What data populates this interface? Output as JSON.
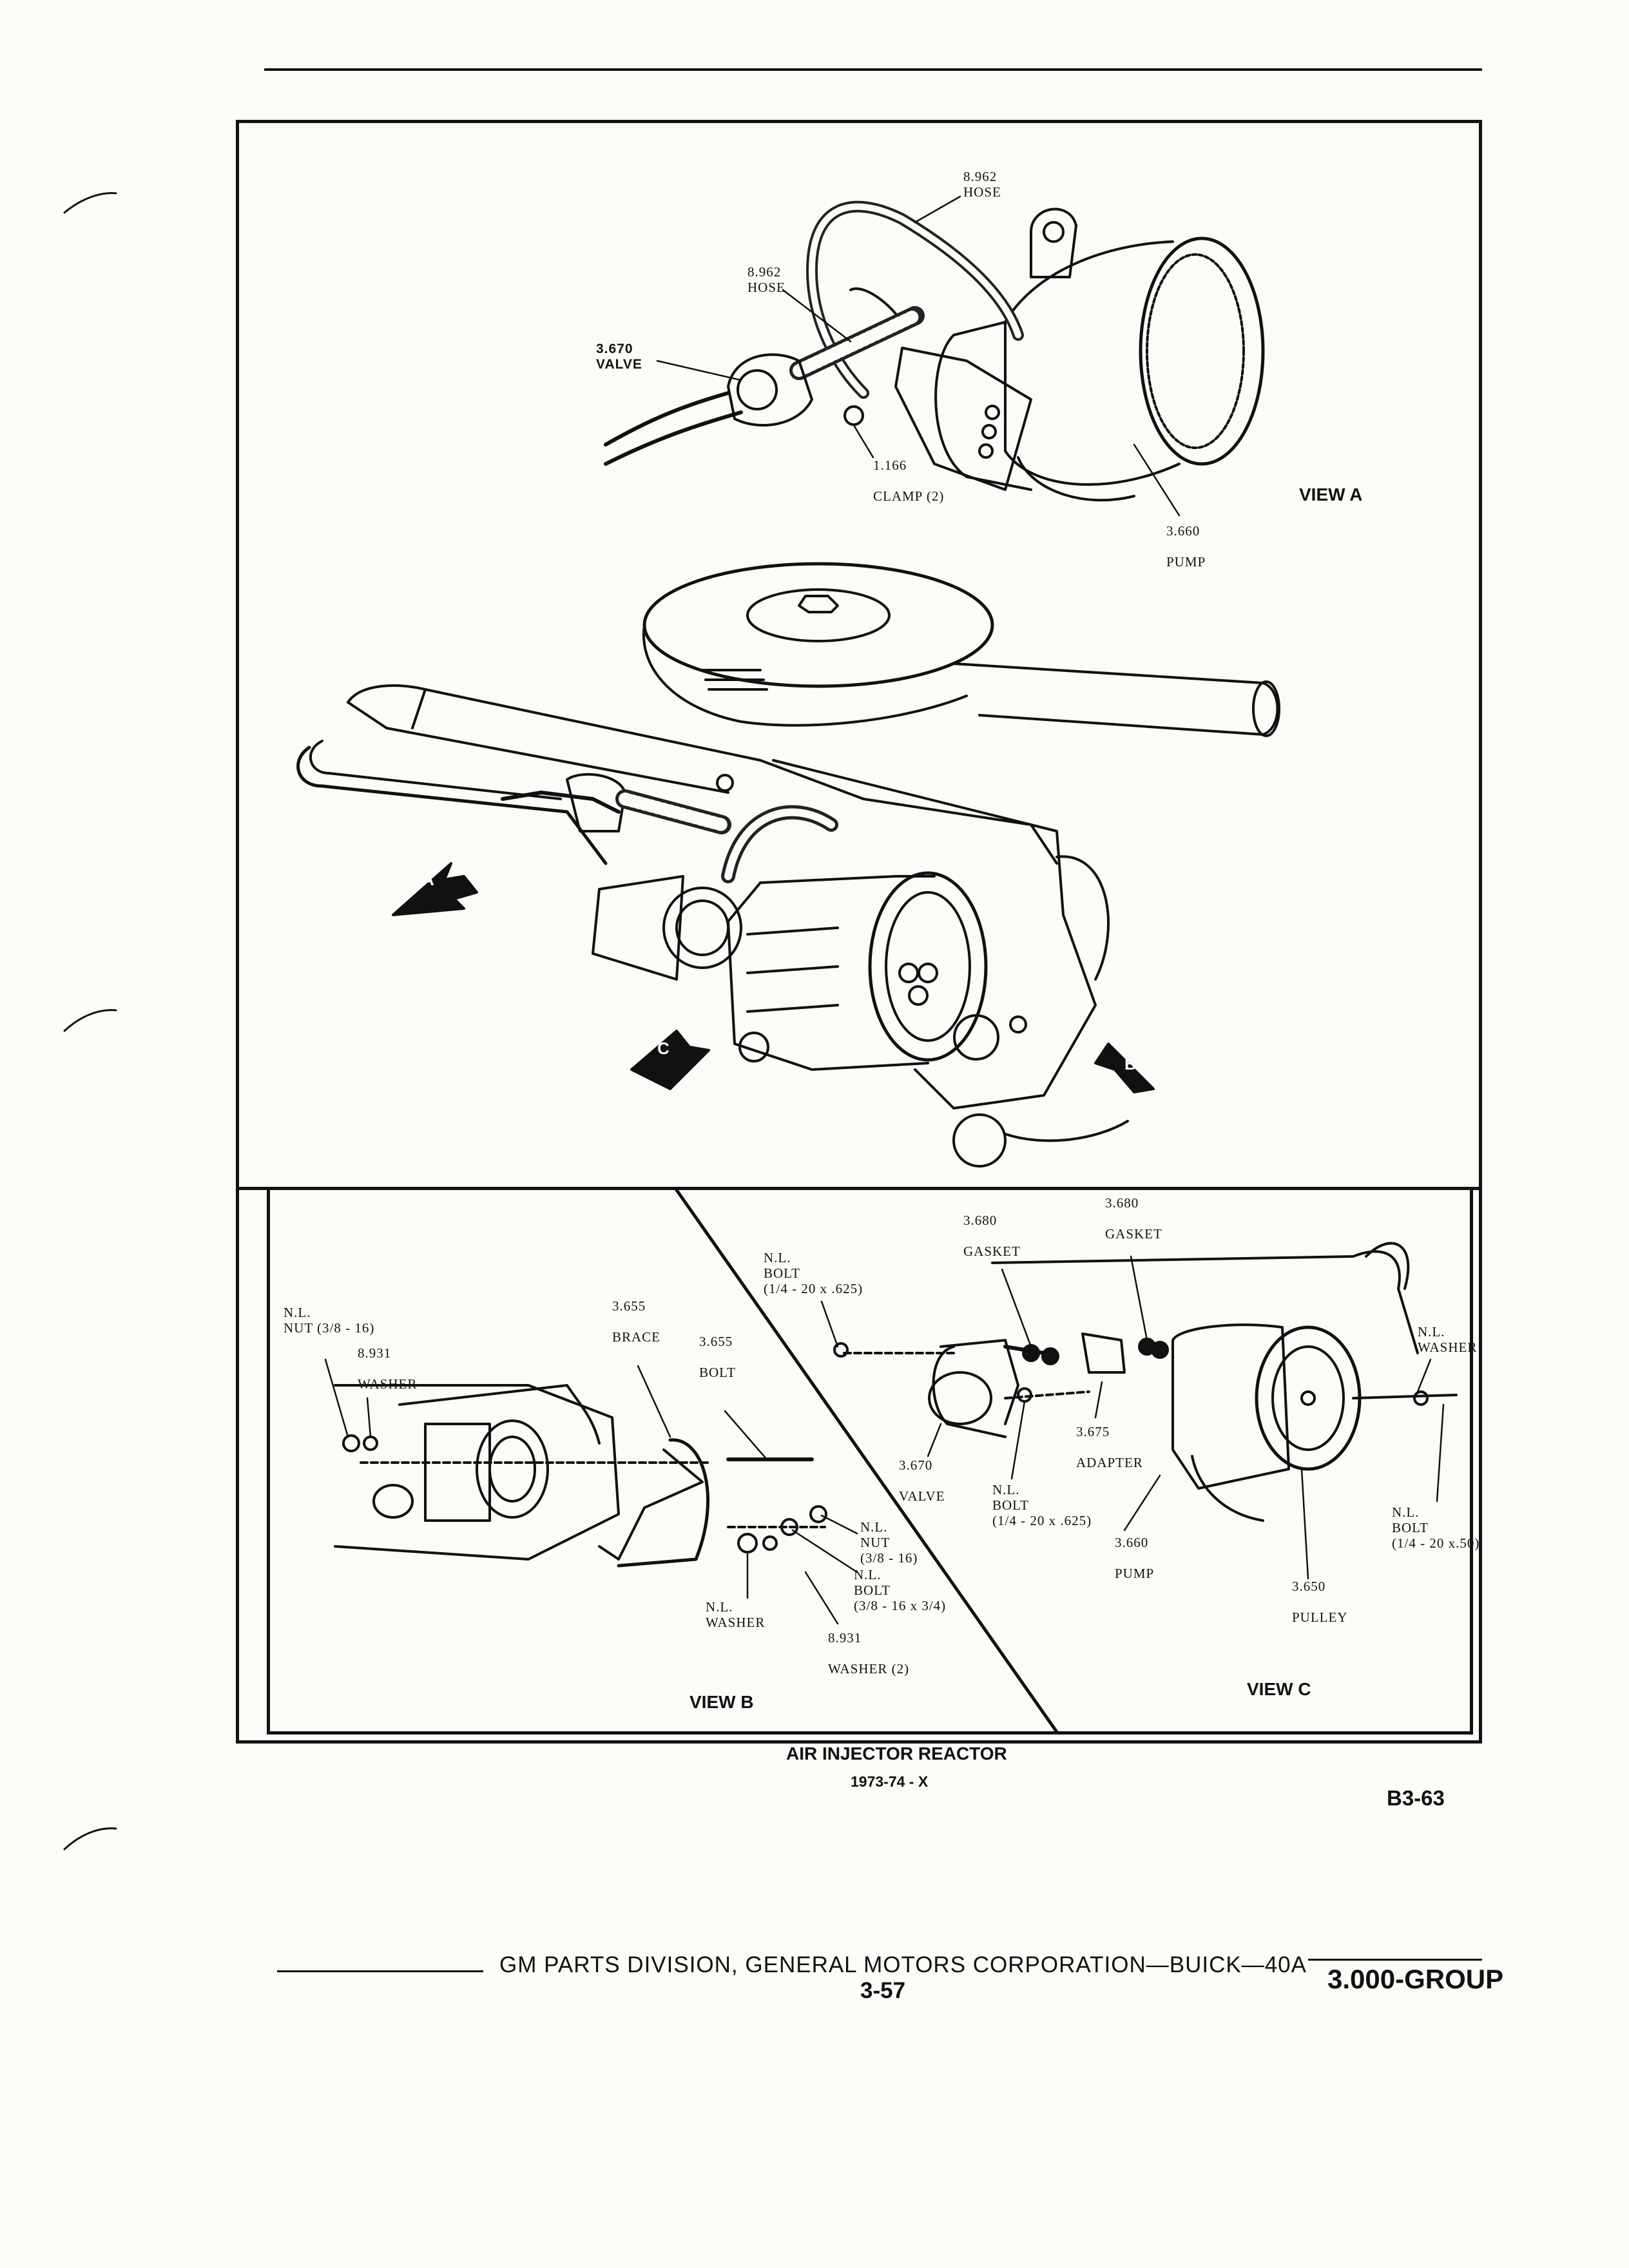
{
  "view_a": {
    "labels": {
      "hose_top": "8.962\nHOSE",
      "hose_mid": "8.962\nHOSE",
      "valve": "3.670\nVALVE",
      "clamp": "1.166\n\nCLAMP (2)",
      "pump": "3.660\n\nPUMP"
    },
    "view_name": "VIEW A"
  },
  "arrows": {
    "a": "A",
    "b": "B",
    "c": "C"
  },
  "view_b": {
    "labels": {
      "nut": "N.L.\nNUT (3/8 - 16)",
      "washer_top": "8.931\n\nWASHER",
      "brace": "3.655\n\nBRACE",
      "bolt": "3.655\n\nBOLT",
      "nut_right": "N.L.\nNUT\n(3/8 - 16)",
      "bolt_right": "N.L.\nBOLT\n(3/8 - 16 x 3/4)",
      "washer_bottom": "N.L.\nWASHER",
      "washer2": "8.931\n\nWASHER (2)"
    },
    "view_name": "VIEW B"
  },
  "view_c": {
    "labels": {
      "gasket_left": "3.680\n\nGASKET",
      "gasket_right": "3.680\n\nGASKET",
      "bolt_top": "N.L.\nBOLT\n(1/4 - 20 x .625)",
      "washer": "N.L.\nWASHER",
      "adapter": "3.675\n\nADAPTER",
      "valve": "3.670\n\nVALVE",
      "bolt_bottom": "N.L.\nBOLT\n(1/4 - 20 x .625)",
      "pump": "3.660\n\nPUMP",
      "pulley": "3.650\n\nPULLEY",
      "bolt_right": "N.L.\nBOLT\n(1/4 - 20 x.50)"
    },
    "view_name": "VIEW C"
  },
  "caption": {
    "title": "AIR INJECTOR REACTOR",
    "subtitle": "1973-74 - X",
    "figure_code": "B3-63"
  },
  "footer": {
    "text": "GM PARTS DIVISION, GENERAL MOTORS CORPORATION—BUICK—40A",
    "page": "3-57",
    "group": "3.000-GROUP"
  }
}
